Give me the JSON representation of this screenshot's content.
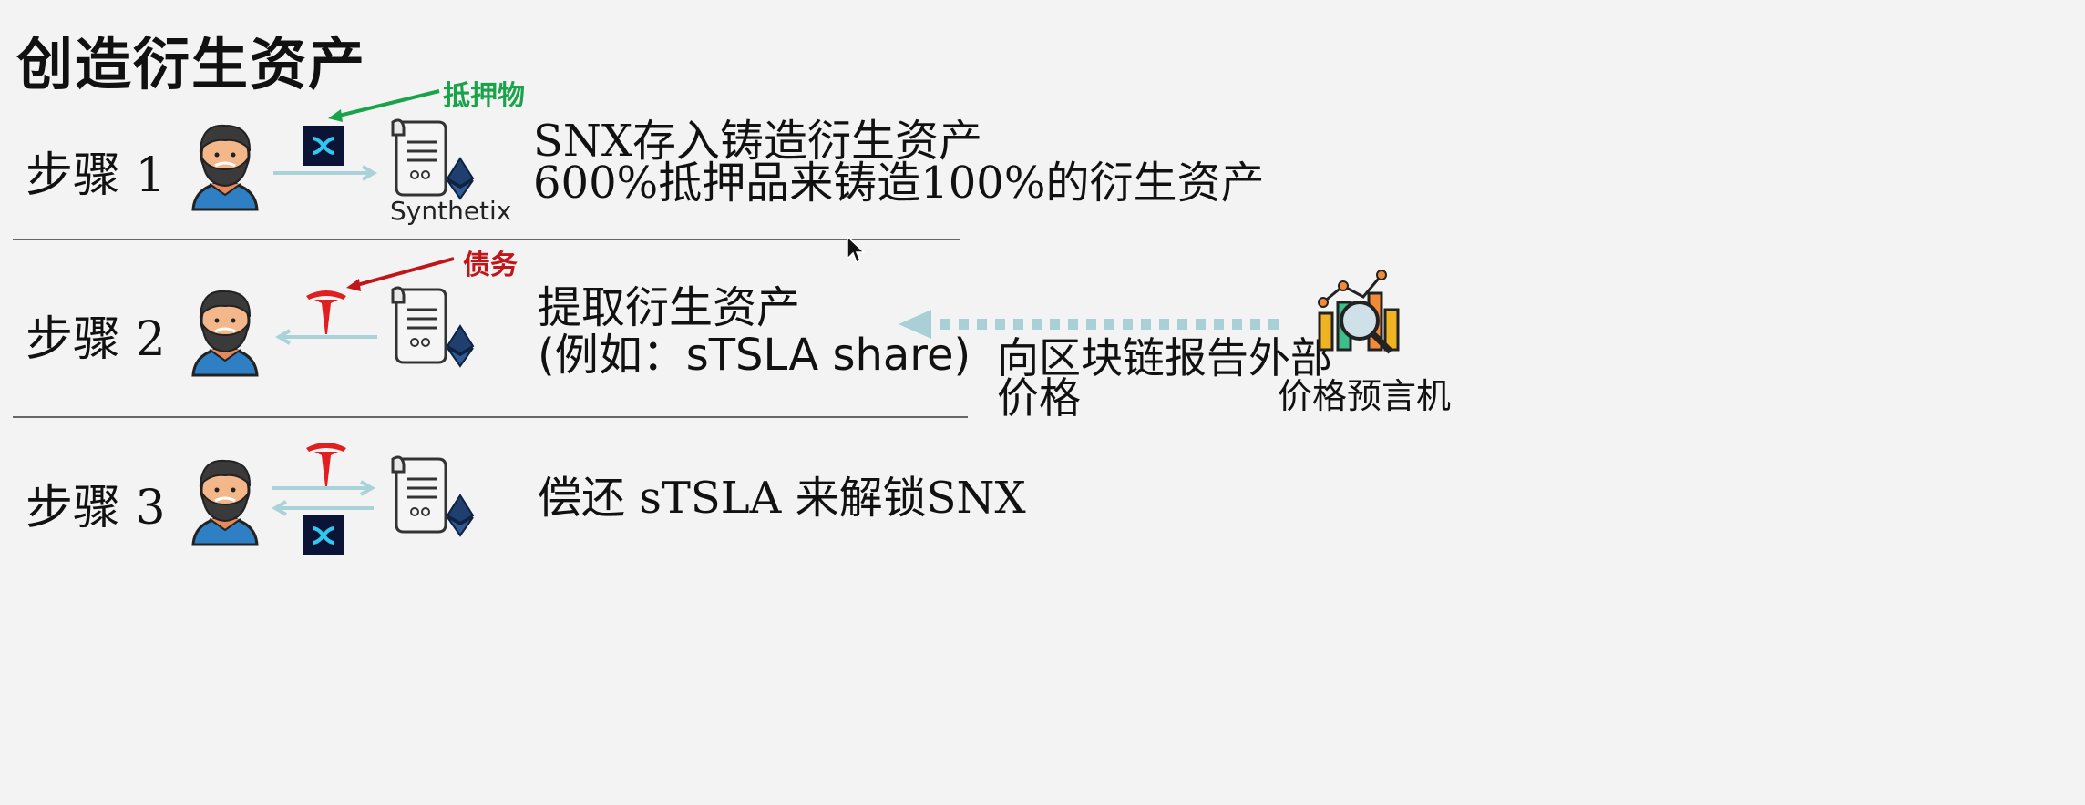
{
  "title": "创造衍生资产",
  "steps": [
    {
      "label": "步骤 1",
      "lines": [
        "SNX存入铸造衍生资产",
        "600%抵押品来铸造100%的衍生资产"
      ],
      "annotation": "抵押物",
      "caption": "Synthetix"
    },
    {
      "label": "步骤 2",
      "lines": [
        "提取衍生资产",
        "(例如：sTSLA share)"
      ],
      "annotation": "债务"
    },
    {
      "label": "步骤 3",
      "lines": [
        "偿还 sTSLA 来解锁SNX"
      ]
    }
  ],
  "oracle": {
    "text_lines": [
      "向区块链报告外部",
      "价格"
    ],
    "label": "价格预言机"
  },
  "colors": {
    "collateral_arrow": "#1aa34a",
    "debt_arrow": "#c0161a",
    "flow_arrow": "#a9d3d8",
    "oracle_arrow": "#a8d0d6",
    "tesla_red": "#e02020",
    "snx_bg": "#0b1437",
    "snx_mark": "#2ec8f0"
  },
  "icons": [
    "user-avatar-icon",
    "snx-token-icon",
    "smart-contract-icon",
    "ethereum-icon",
    "tesla-icon",
    "price-oracle-icon",
    "mouse-cursor-icon"
  ]
}
